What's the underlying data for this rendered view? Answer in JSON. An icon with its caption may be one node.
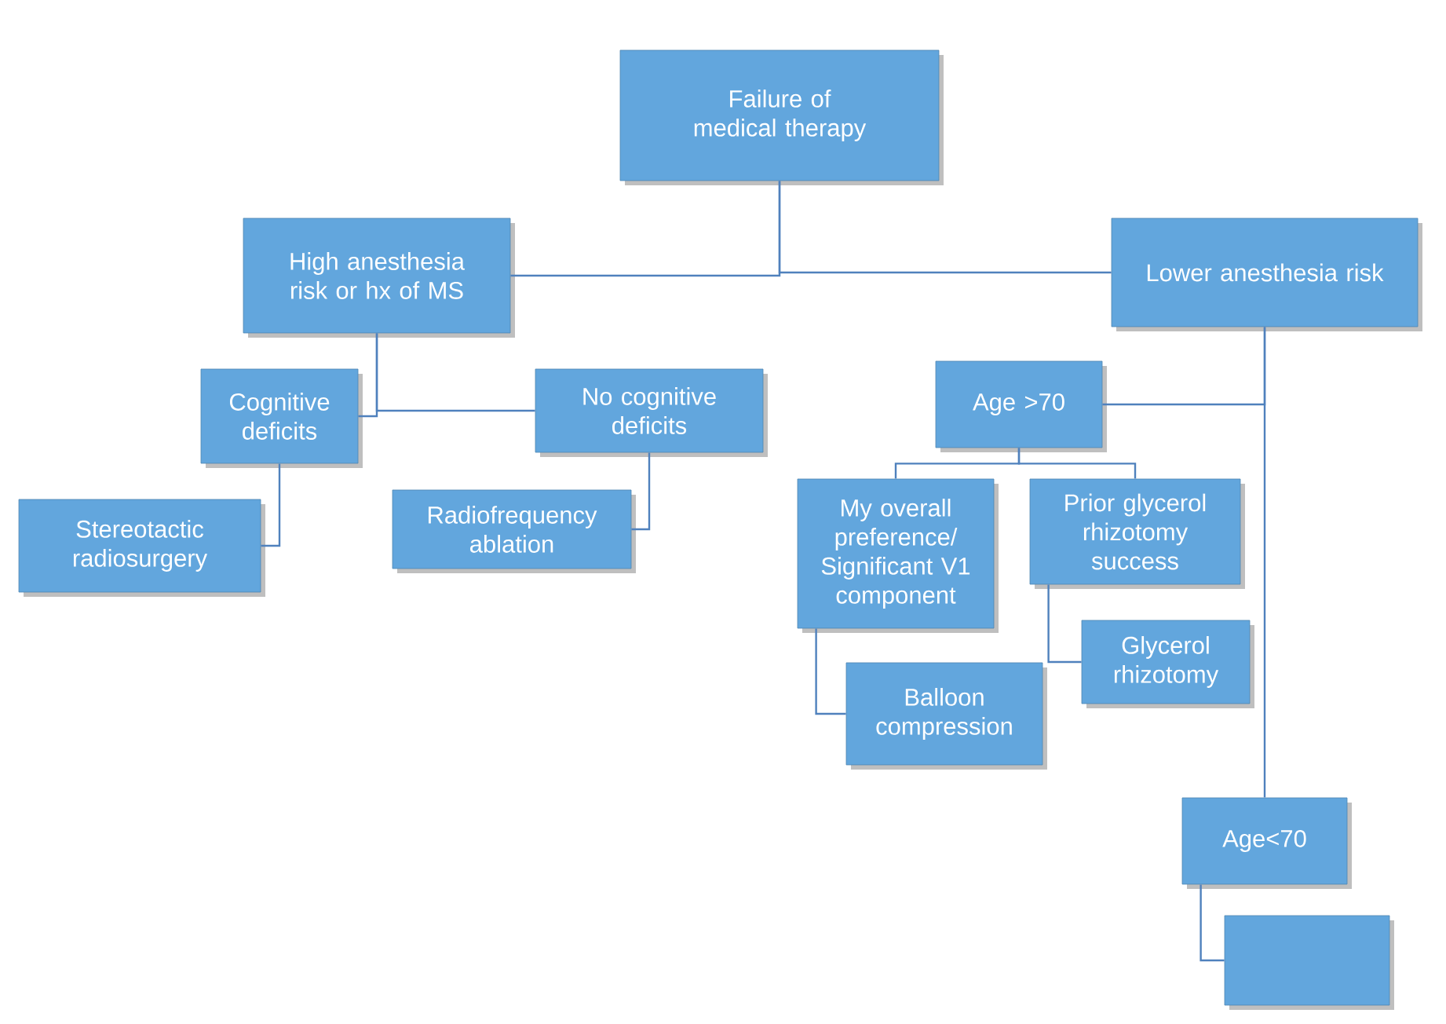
{
  "diagram": {
    "nodes": [
      {
        "text": [
          "Failure of medical therapy"
        ]
      },
      {
        "text": [
          "High anesthesia risk or hx of MS"
        ]
      },
      {
        "text": [
          "Lower anesthesia risk"
        ]
      },
      {
        "text": [
          "Cognitive deficits"
        ]
      },
      {
        "text": [
          "No cognitive deficits"
        ]
      },
      {
        "text": [
          "Stereotactic radiosurgery"
        ]
      },
      {
        "text": [
          "Radiofrequency ablation"
        ]
      },
      {
        "text": [
          "Age >70"
        ]
      },
      {
        "text": [
          "My overall preference/ Significant V1 component"
        ]
      },
      {
        "text": [
          "Prior glycerol rhizotomy success"
        ]
      },
      {
        "text": [
          "Balloon compression"
        ]
      },
      {
        "text": [
          "Glycerol rhizotomy"
        ]
      },
      {
        "text": [
          "Age<70"
        ]
      },
      {
        "text": [],
        "shape": "box"
      }
    ],
    "edges": [
      {
        "from": 0,
        "to": 1,
        "arrow": "none"
      },
      {
        "from": 0,
        "to": 2,
        "arrow": "none"
      },
      {
        "from": 1,
        "to": 3,
        "arrow": "none"
      },
      {
        "from": 1,
        "to": 4,
        "arrow": "none"
      },
      {
        "from": 3,
        "to": 5,
        "arrow": "none"
      },
      {
        "from": 4,
        "to": 6,
        "arrow": "none"
      },
      {
        "from": 2,
        "to": 7,
        "arrow": "none"
      },
      {
        "from": 2,
        "to": 12,
        "arrow": "none"
      },
      {
        "from": 7,
        "to": 8,
        "arrow": "none"
      },
      {
        "from": 7,
        "to": 9,
        "arrow": "none"
      },
      {
        "from": 8,
        "to": 10,
        "arrow": "none"
      },
      {
        "from": 9,
        "to": 11,
        "arrow": "none"
      },
      {
        "from": 12,
        "to": 13,
        "arrow": "none"
      }
    ]
  }
}
